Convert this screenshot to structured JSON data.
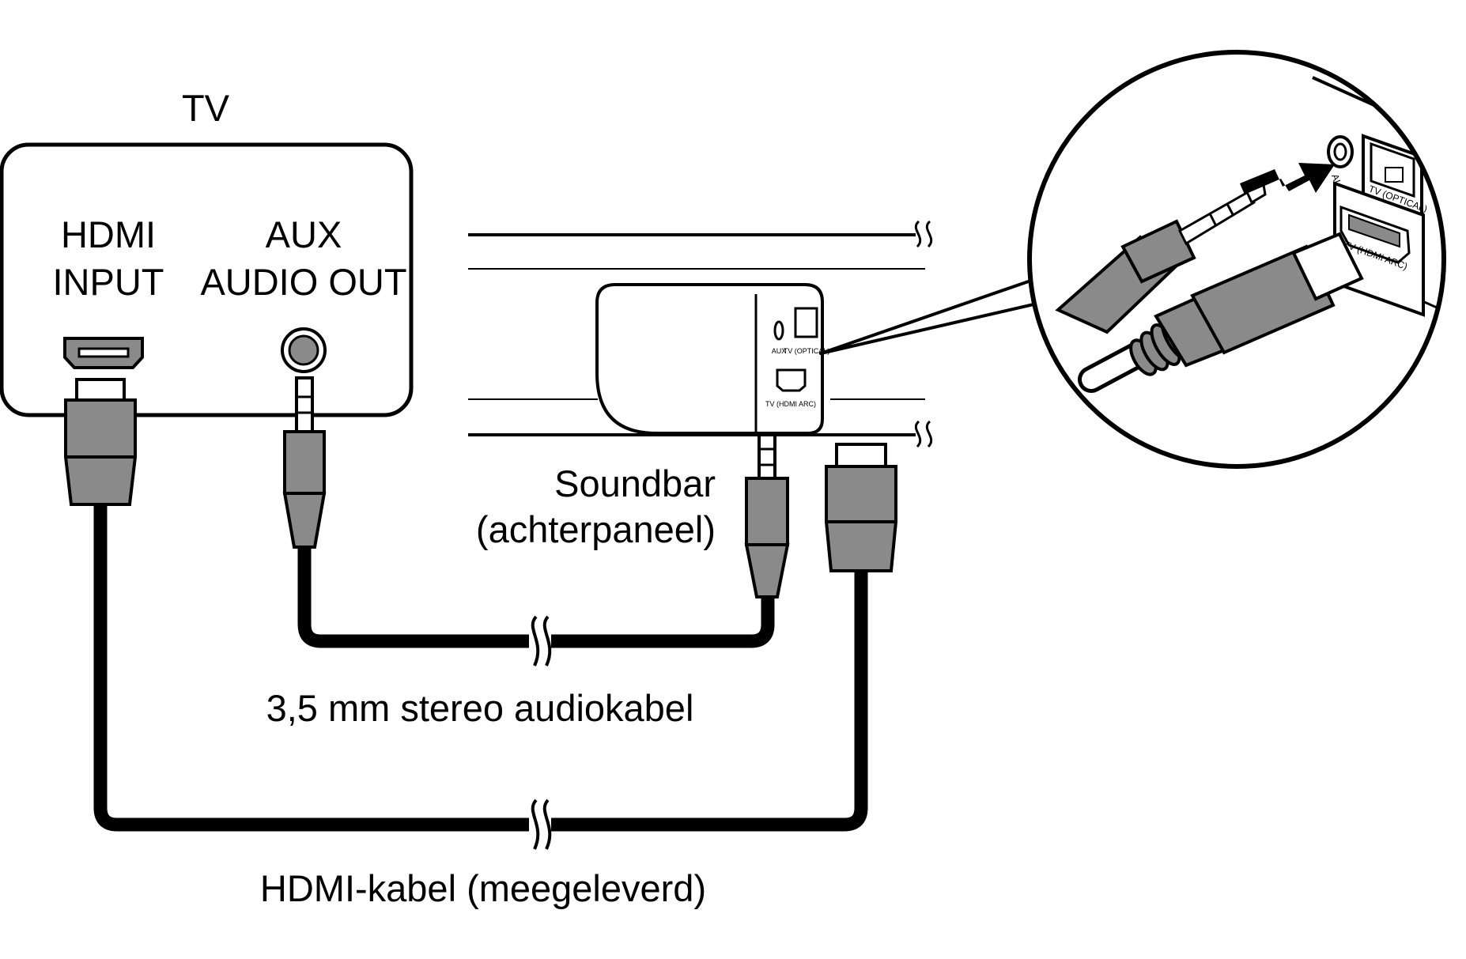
{
  "tv": {
    "title": "TV",
    "hdmi_input_label": [
      "HDMI",
      "INPUT"
    ],
    "aux_out_label": [
      "AUX",
      "AUDIO OUT"
    ]
  },
  "soundbar": {
    "label": [
      "Soundbar",
      "(achterpaneel)"
    ],
    "aux_port": "AUX",
    "optical_port": "TV (OPTICAL)",
    "hdmi_port": "TV (HDMI  ARC)"
  },
  "zoom": {
    "aux_port": "AUX",
    "optical_port": "TV (OPTICAL)",
    "hdmi_port": "TV (HDMI  ARC)"
  },
  "cables": {
    "audio_cable": "3,5 mm stereo audiokabel",
    "hdmi_cable": "HDMI-kabel (meegeleverd)"
  },
  "colors": {
    "line": "#000000",
    "plug_fill": "#8a8a8a",
    "background": "#ffffff"
  }
}
